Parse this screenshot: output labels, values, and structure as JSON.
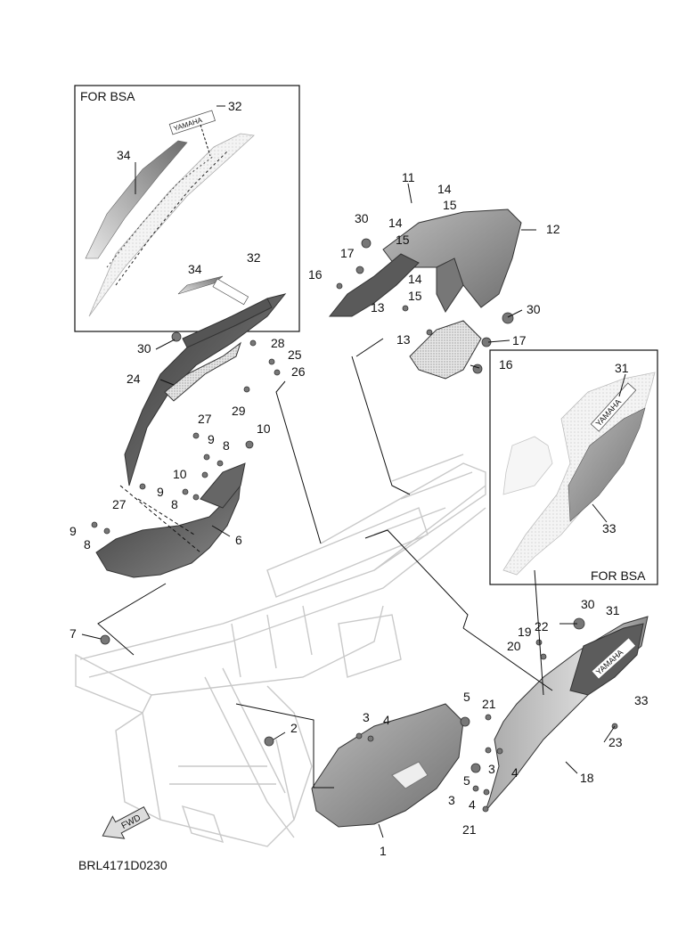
{
  "diagram": {
    "code": "BRL4171D0230",
    "fwd_label": "FWD",
    "inset_top_title": "FOR BSA",
    "inset_right_title": "FOR BSA",
    "inset_top_labels": {
      "a": "32",
      "b": "34"
    },
    "inset_right_labels": {
      "a": "31",
      "b": "33"
    },
    "emblem_text": "YAMAHA",
    "callouts": {
      "c1": "1",
      "c2": "2",
      "c3a": "3",
      "c3b": "3",
      "c3c": "3",
      "c4a": "4",
      "c4b": "4",
      "c4c": "4",
      "c5a": "5",
      "c5b": "5",
      "c6": "6",
      "c7": "7",
      "c8a": "8",
      "c8b": "8",
      "c8c": "8",
      "c9a": "9",
      "c9b": "9",
      "c9c": "9",
      "c10a": "10",
      "c10b": "10",
      "c11": "11",
      "c12": "12",
      "c13a": "13",
      "c13b": "13",
      "c14a": "14",
      "c14b": "14",
      "c14c": "14",
      "c15a": "15",
      "c15b": "15",
      "c15c": "15",
      "c16a": "16",
      "c16b": "16",
      "c17a": "17",
      "c17b": "17",
      "c18": "18",
      "c19": "19",
      "c20": "20",
      "c21a": "21",
      "c21b": "21",
      "c22": "22",
      "c23": "23",
      "c24": "24",
      "c25": "25",
      "c26": "26",
      "c27a": "27",
      "c27b": "27",
      "c28": "28",
      "c29": "29",
      "c30a": "30",
      "c30b": "30",
      "c30c": "30",
      "c30d": "30",
      "c31": "31",
      "c32": "32",
      "c33": "33",
      "c34": "34"
    }
  }
}
